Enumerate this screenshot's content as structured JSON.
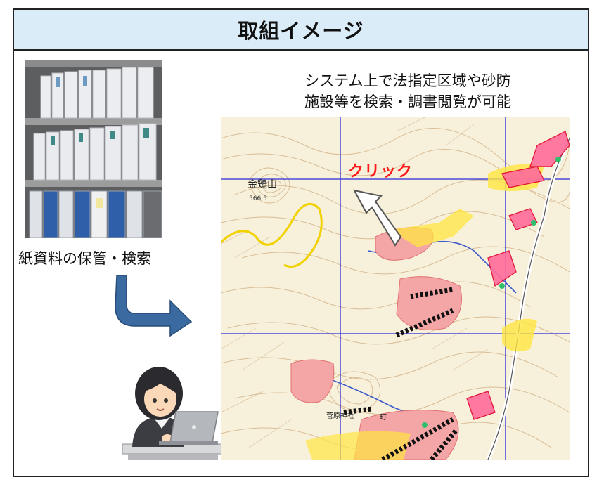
{
  "header": {
    "title": "取組イメージ"
  },
  "left": {
    "caption": "紙資料の保管・検索"
  },
  "right": {
    "caption_line1": "システム上で法指定区域や砂防",
    "caption_line2": "施設等を検索・調書閲覧が可能"
  },
  "map": {
    "click_label": "クリック",
    "place_labels": {
      "mountain": "金鶏山",
      "elevation": "566.5",
      "shrine": "菅原神社",
      "town": "町"
    }
  },
  "colors": {
    "header_bg": "#d9ecf7",
    "arrow": "#3b6aa0",
    "click": "#ff1a1a",
    "zone_pink": "#f4a6a6",
    "zone_yellow": "#ffe640",
    "grid": "#2a2ad8"
  }
}
